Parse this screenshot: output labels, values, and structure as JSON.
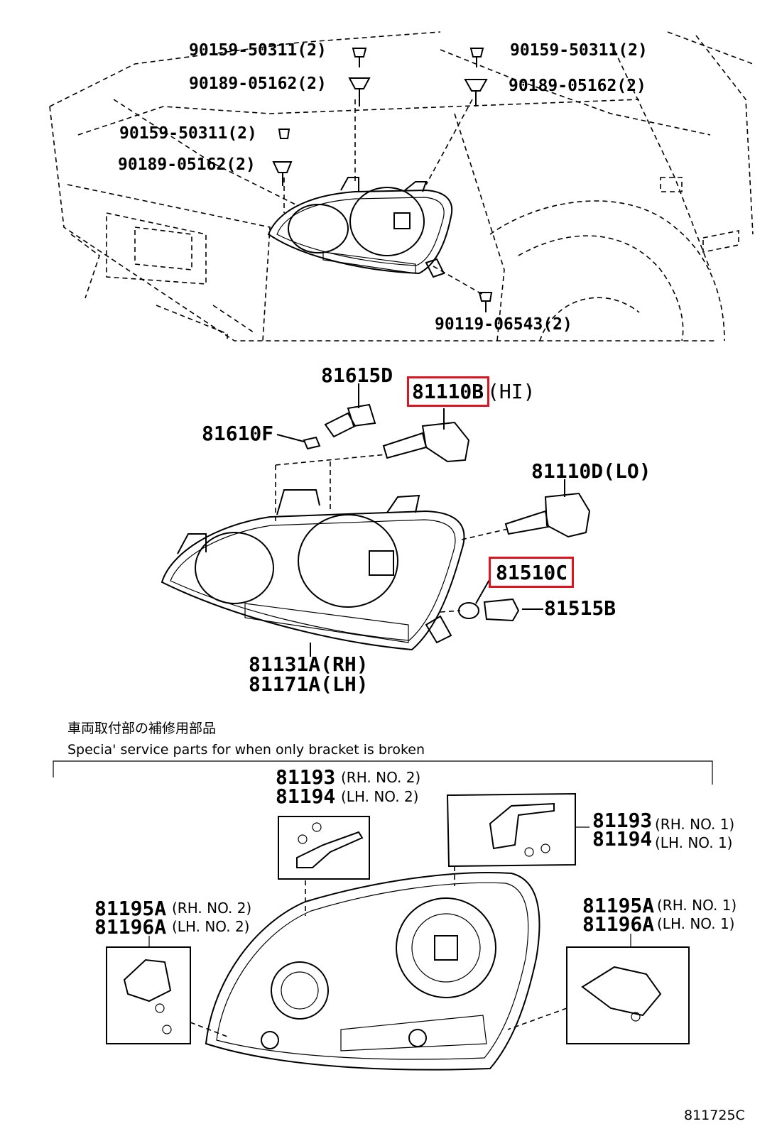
{
  "highlight_color": "#e0141e",
  "top_labels": {
    "bolt_r_a": "90159-50311(2)",
    "clip_r_a": "90189-05162(2)",
    "bolt_r_b": "90159-50311(2)",
    "clip_r_b": "90189-05162(2)",
    "bolt_l": "90159-50311(2)",
    "clip_l": "90189-05162(2)",
    "screw_bottom": "90119-06543(2)"
  },
  "mid_labels": {
    "socket": "81615D",
    "bulb_hi_num": "81110B",
    "bulb_hi_tag": "(HI)",
    "wedge_bulb": "81610F",
    "bulb_lo": "81110D(LO)",
    "side_bulb": "81510C",
    "side_socket": "81515B",
    "unit_rh": "81131A(RH)",
    "unit_lh": "81171A(LH)"
  },
  "service_note": {
    "jp": "車両取付部の補修用部品",
    "en": "Specia' service parts for when only bracket is broken"
  },
  "brackets": {
    "rh2_num": "81193",
    "rh2_tag": "(RH. NO. 2)",
    "lh2_num": "81194",
    "lh2_tag": "(LH. NO. 2)",
    "rh1_num": "81193",
    "rh1_tag": "(RH. NO. 1)",
    "lh1_num": "81194",
    "lh1_tag": "(LH. NO. 1)",
    "a_rh2_num": "81195A",
    "a_rh2_tag": "(RH. NO. 2)",
    "a_lh2_num": "81196A",
    "a_lh2_tag": "(LH. NO. 2)",
    "a_rh1_num": "81195A",
    "a_rh1_tag": "(RH. NO. 1)",
    "a_lh1_num": "81196A",
    "a_lh1_tag": "(LH. NO. 1)"
  },
  "figure_code": "811725C"
}
